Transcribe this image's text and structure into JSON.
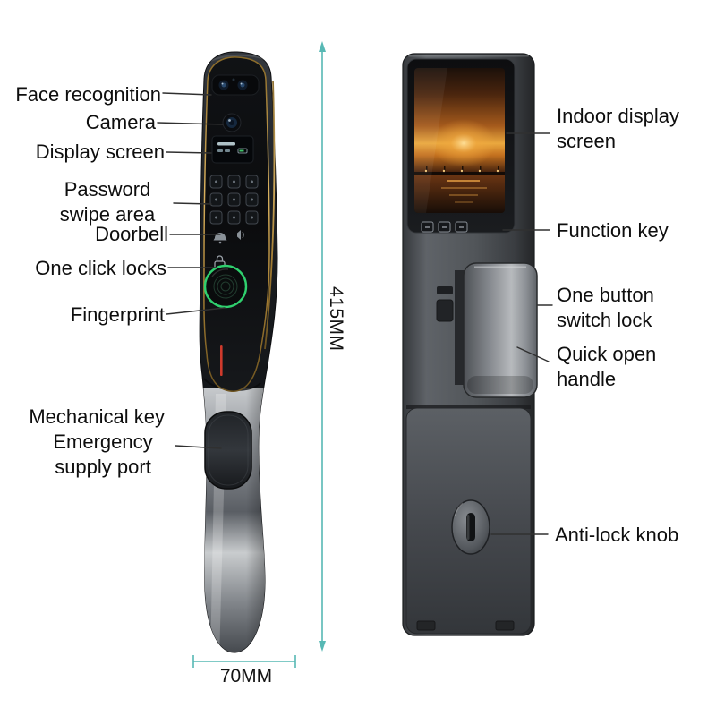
{
  "labels": {
    "left": [
      {
        "id": "face-recognition",
        "text": "Face recognition"
      },
      {
        "id": "camera",
        "text": "Camera"
      },
      {
        "id": "display-screen",
        "text": "Display screen"
      },
      {
        "id": "password-swipe-area",
        "text": "Password swipe area"
      },
      {
        "id": "doorbell",
        "text": "Doorbell"
      },
      {
        "id": "one-click-locks",
        "text": "One click locks"
      },
      {
        "id": "fingerprint",
        "text": "Fingerprint"
      },
      {
        "id": "mechanical-key",
        "text": "Mechanical key"
      },
      {
        "id": "emergency-supply-port",
        "text": "Emergency supply port"
      }
    ],
    "right": [
      {
        "id": "indoor-display-screen",
        "text": "Indoor display screen"
      },
      {
        "id": "function-key",
        "text": "Function key"
      },
      {
        "id": "one-button-switch-lock",
        "text": "One button switch lock"
      },
      {
        "id": "quick-open-handle",
        "text": "Quick open handle"
      },
      {
        "id": "anti-lock-knob",
        "text": "Anti-lock knob"
      }
    ]
  },
  "dimensions": {
    "height": "415MM",
    "width": "70MM"
  },
  "colors": {
    "background": "#ffffff",
    "label_text": "#0e0e0e",
    "leader_line": "#303030",
    "dimension_line": "#57b8b4",
    "fingerprint_ring": "#2fd06e",
    "gold_trim": "#d8b05e",
    "indicator_red": "#cf3a2c"
  }
}
